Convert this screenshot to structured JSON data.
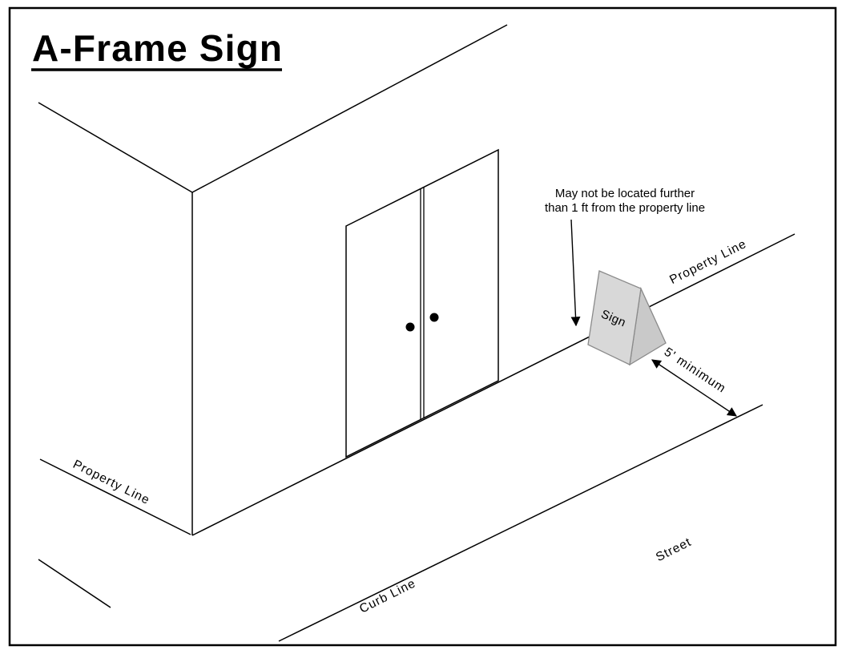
{
  "diagram": {
    "title": "A-Frame Sign",
    "annotation": {
      "line1": "May not be located further",
      "line2": "than 1 ft from the property line"
    },
    "labels": {
      "property_line_right": "Property Line",
      "property_line_left": "Property Line",
      "sign": "Sign",
      "clearance": "5' minimum",
      "street": "Street",
      "curb_line": "Curb Line"
    },
    "colors": {
      "line": "#000000",
      "sign_front_fill": "#d8d8d8",
      "sign_back_fill": "#c9c9c9",
      "background": "#ffffff"
    }
  }
}
